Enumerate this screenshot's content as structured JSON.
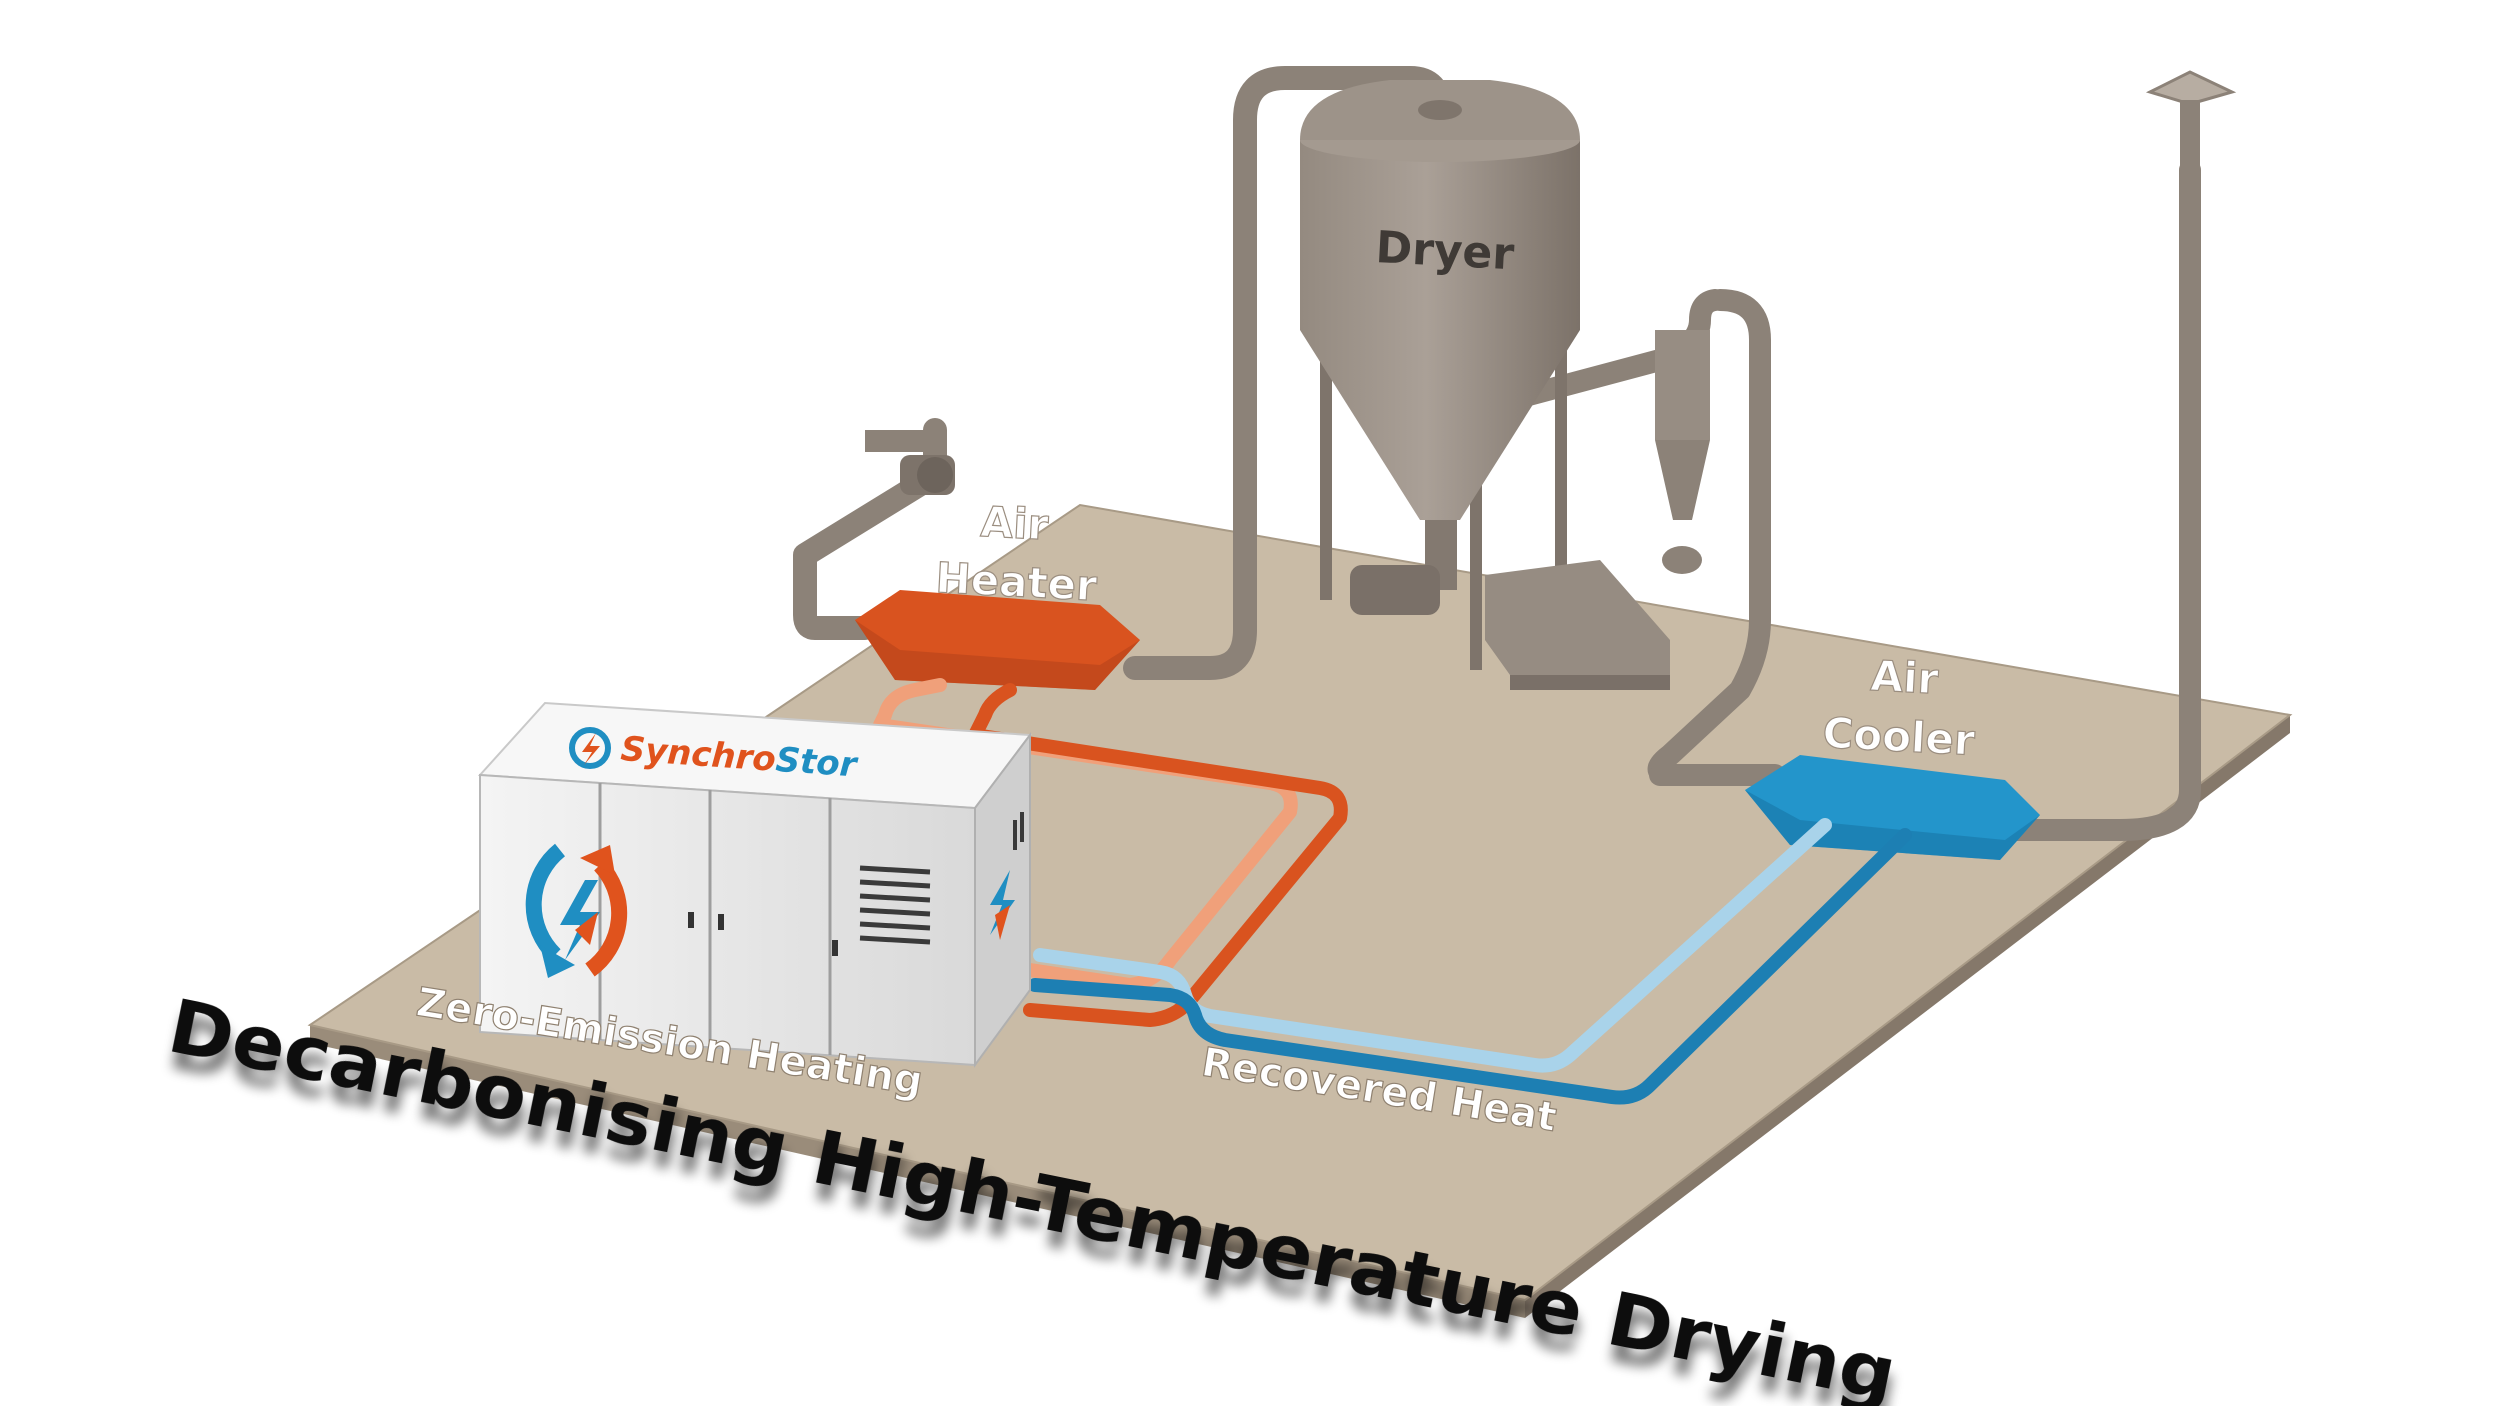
{
  "title": "Decarbonising High-Temperature Drying",
  "labels": {
    "dryer": "Dryer",
    "air_heater_line1": "Air",
    "air_heater_line2": "Heater",
    "air_cooler_line1": "Air",
    "air_cooler_line2": "Cooler",
    "zero_emission": "Zero-Emission Heating",
    "recovered_heat": "Recovered Heat"
  },
  "brand": {
    "name_part1": "Synchro",
    "name_part2": "Stor"
  },
  "colors": {
    "floor": "#c8b9a5",
    "floor_edge": "#8f8170",
    "equipment": "#8f8479",
    "heater": "#d9531f",
    "hot_pipe": "#d9531f",
    "warm_pipe": "#f0a07a",
    "cooler": "#1f8ec2",
    "cool_pipe": "#1d7fb3",
    "light_cool_pipe": "#a9d3ea",
    "brand_orange": "#e0531d",
    "brand_blue": "#1f8ec2"
  }
}
